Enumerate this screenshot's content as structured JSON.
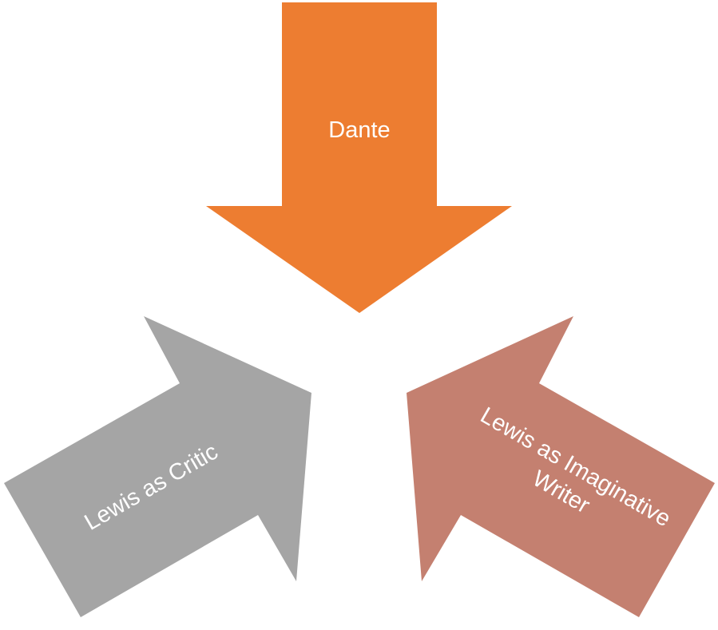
{
  "colors": {
    "dante": "#ED7D31",
    "critic": "#A5A5A5",
    "writer": "#C48070"
  },
  "arrows": {
    "dante": {
      "label": "Dante"
    },
    "critic": {
      "label": "Lewis as Critic"
    },
    "writer": {
      "label_line1": "Lewis as Imaginative",
      "label_line2": "Writer"
    }
  }
}
